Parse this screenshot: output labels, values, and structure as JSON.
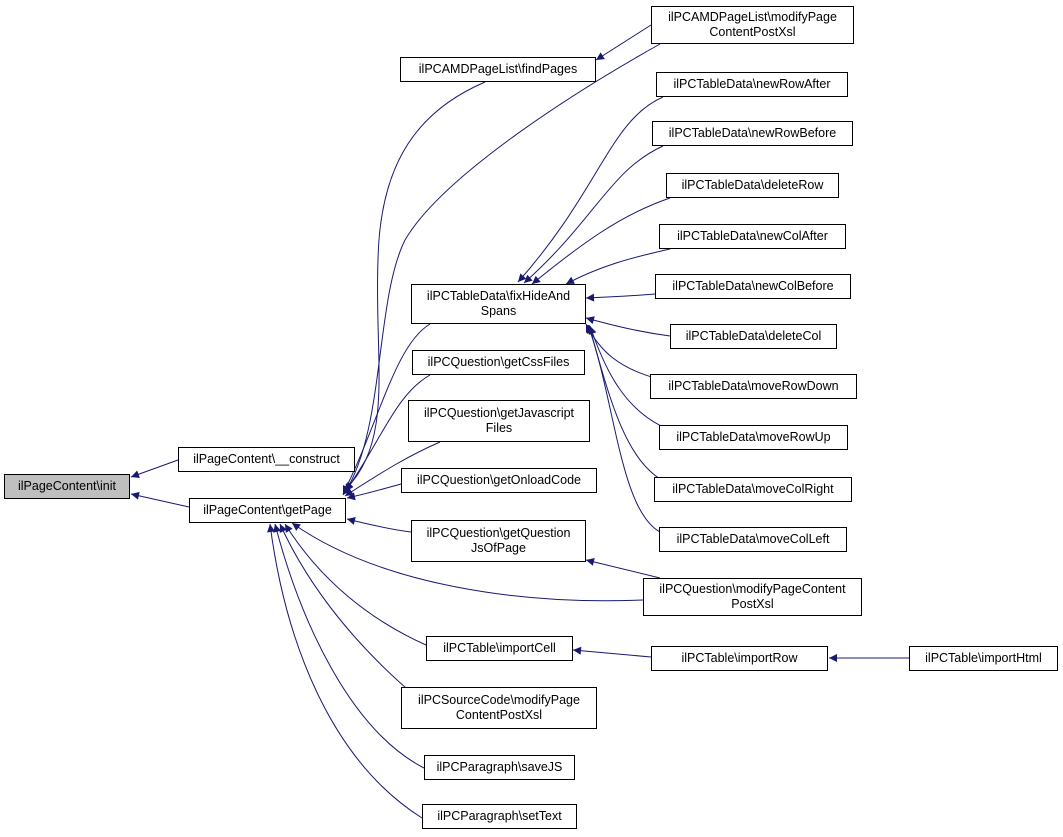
{
  "colors": {
    "edge": "#191970",
    "root_fill": "#bfbfbf",
    "node_border": "#000000",
    "node_fill": "#ffffff"
  },
  "nodes": {
    "init": "ilPageContent\\init",
    "construct": "ilPageContent\\__construct",
    "getPage": "ilPageContent\\getPage",
    "amdFindPages": "ilPCAMDPageList\\findPages",
    "amdModify": "ilPCAMDPageList\\modifyPage\nContentPostXsl",
    "fixHide": "ilPCTableData\\fixHideAnd\nSpans",
    "qCss": "ilPCQuestion\\getCssFiles",
    "qJs": "ilPCQuestion\\getJavascript\nFiles",
    "qOnload": "ilPCQuestion\\getOnloadCode",
    "qJsOfPage": "ilPCQuestion\\getQuestion\nJsOfPage",
    "qModify": "ilPCQuestion\\modifyPageContent\nPostXsl",
    "tImportCell": "ilPCTable\\importCell",
    "tImportRow": "ilPCTable\\importRow",
    "tImportHtml": "ilPCTable\\importHtml",
    "scModify": "ilPCSourceCode\\modifyPage\nContentPostXsl",
    "pSaveJS": "ilPCParagraph\\saveJS",
    "pSetText": "ilPCParagraph\\setText",
    "tdNewRowAfter": "ilPCTableData\\newRowAfter",
    "tdNewRowBefore": "ilPCTableData\\newRowBefore",
    "tdDeleteRow": "ilPCTableData\\deleteRow",
    "tdNewColAfter": "ilPCTableData\\newColAfter",
    "tdNewColBefore": "ilPCTableData\\newColBefore",
    "tdDeleteCol": "ilPCTableData\\deleteCol",
    "tdMoveRowDown": "ilPCTableData\\moveRowDown",
    "tdMoveRowUp": "ilPCTableData\\moveRowUp",
    "tdMoveColRight": "ilPCTableData\\moveColRight",
    "tdMoveColLeft": "ilPCTableData\\moveColLeft"
  },
  "edges": [
    [
      "construct",
      "init"
    ],
    [
      "getPage",
      "init"
    ],
    [
      "amdFindPages",
      "getPage"
    ],
    [
      "amdModify",
      "getPage"
    ],
    [
      "fixHide",
      "getPage"
    ],
    [
      "qCss",
      "getPage"
    ],
    [
      "qJs",
      "getPage"
    ],
    [
      "qOnload",
      "getPage"
    ],
    [
      "qJsOfPage",
      "getPage"
    ],
    [
      "qModify",
      "getPage"
    ],
    [
      "tImportCell",
      "getPage"
    ],
    [
      "scModify",
      "getPage"
    ],
    [
      "pSaveJS",
      "getPage"
    ],
    [
      "pSetText",
      "getPage"
    ],
    [
      "amdModify",
      "amdFindPages"
    ],
    [
      "qModify",
      "qJsOfPage"
    ],
    [
      "tImportRow",
      "tImportCell"
    ],
    [
      "tImportHtml",
      "tImportRow"
    ],
    [
      "tdNewRowAfter",
      "fixHide"
    ],
    [
      "tdNewRowBefore",
      "fixHide"
    ],
    [
      "tdDeleteRow",
      "fixHide"
    ],
    [
      "tdNewColAfter",
      "fixHide"
    ],
    [
      "tdNewColBefore",
      "fixHide"
    ],
    [
      "tdDeleteCol",
      "fixHide"
    ],
    [
      "tdMoveRowDown",
      "fixHide"
    ],
    [
      "tdMoveRowUp",
      "fixHide"
    ],
    [
      "tdMoveColRight",
      "fixHide"
    ],
    [
      "tdMoveColLeft",
      "fixHide"
    ]
  ]
}
